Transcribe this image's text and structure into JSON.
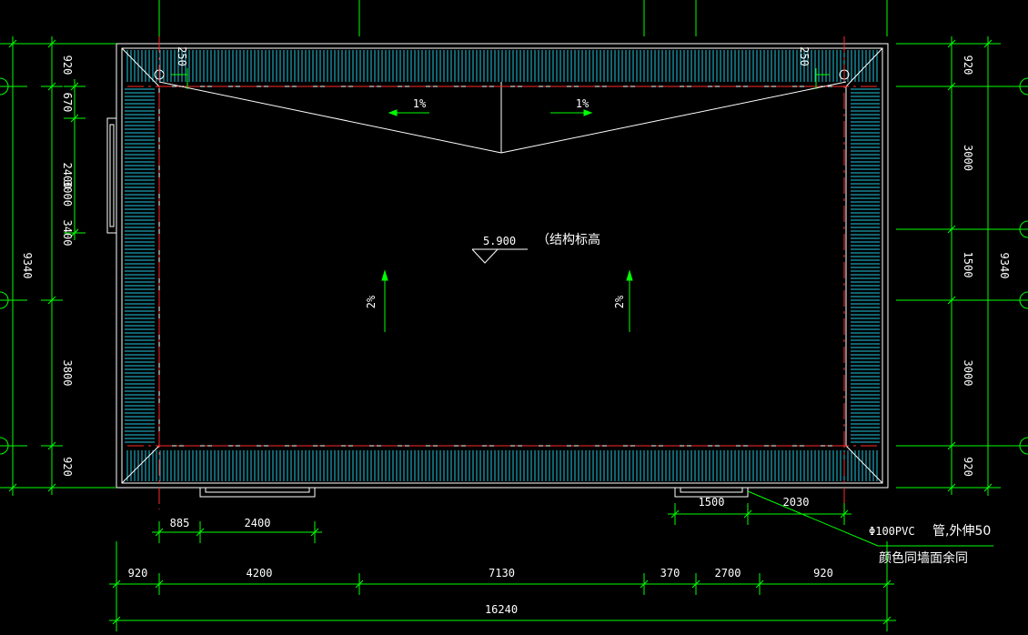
{
  "colors": {
    "background": "#000000",
    "wall": "#ffffff",
    "gutter_hatch": "#22c6e0",
    "dimension": "#00ff00",
    "grid_axis": "#00ff00",
    "centerline": "#ff2a2a"
  },
  "roof": {
    "elevation": "5.900",
    "elevation_note": "结构标高",
    "slope_top_left": "1%",
    "slope_top_right": "1%",
    "slope_left": "2%",
    "slope_right": "2%",
    "drain_offset_left": "250",
    "drain_offset_right": "250"
  },
  "dims_bottom_total": "16240",
  "dims_bottom_chain": [
    {
      "text": "920"
    },
    {
      "text": "4200"
    },
    {
      "text": "7130"
    },
    {
      "text": "370"
    },
    {
      "text": "2700"
    },
    {
      "text": "920"
    }
  ],
  "dims_bottom_sub_left": [
    {
      "text": "885"
    },
    {
      "text": "2400"
    }
  ],
  "dims_bottom_sub_right": [
    {
      "text": "1500"
    },
    {
      "text": "2030"
    }
  ],
  "dims_left_total": "9340",
  "dims_left_chain": [
    {
      "text": "920"
    },
    {
      "text": "3000"
    },
    {
      "text": "3800"
    },
    {
      "text": "920"
    }
  ],
  "dims_left_inner": [
    {
      "text": "670"
    },
    {
      "text": "2400"
    },
    {
      "text": "3400"
    }
  ],
  "dims_right_total": "9340",
  "dims_right_chain": [
    {
      "text": "920"
    },
    {
      "text": "3000"
    },
    {
      "text": "1500"
    },
    {
      "text": "3000"
    },
    {
      "text": "920"
    }
  ],
  "annotation": {
    "line1_a": "Φ100PVC",
    "line1_b": "管,外伸50",
    "line2": "颜色同墙面余同"
  }
}
